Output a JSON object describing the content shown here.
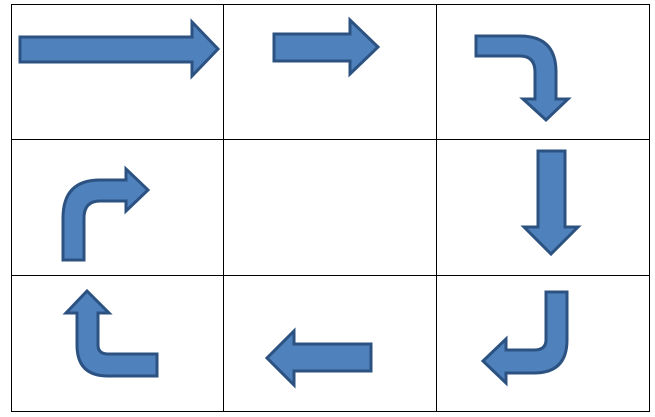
{
  "diagram": {
    "grid": {
      "rows": 3,
      "columns": 3,
      "line_color": "#000000",
      "background_color": "#ffffff"
    },
    "arrow_style": {
      "fill_color": "#4f81bd",
      "stroke_color": "#2c5282"
    },
    "cells": [
      {
        "row": 1,
        "column": 1,
        "icon": "long-right-arrow-icon",
        "direction": "right"
      },
      {
        "row": 1,
        "column": 2,
        "icon": "right-arrow-icon",
        "direction": "right"
      },
      {
        "row": 1,
        "column": 3,
        "icon": "bent-arrow-right-then-down-icon",
        "direction": "right-then-down"
      },
      {
        "row": 2,
        "column": 1,
        "icon": "bent-arrow-up-then-right-icon",
        "direction": "up-then-right"
      },
      {
        "row": 2,
        "column": 2,
        "icon": null,
        "direction": "empty"
      },
      {
        "row": 2,
        "column": 3,
        "icon": "down-arrow-icon",
        "direction": "down"
      },
      {
        "row": 3,
        "column": 1,
        "icon": "bent-arrow-up-from-right-icon",
        "direction": "left-then-up"
      },
      {
        "row": 3,
        "column": 2,
        "icon": "left-arrow-icon",
        "direction": "left"
      },
      {
        "row": 3,
        "column": 3,
        "icon": "bent-arrow-down-then-left-icon",
        "direction": "down-then-left"
      }
    ]
  }
}
